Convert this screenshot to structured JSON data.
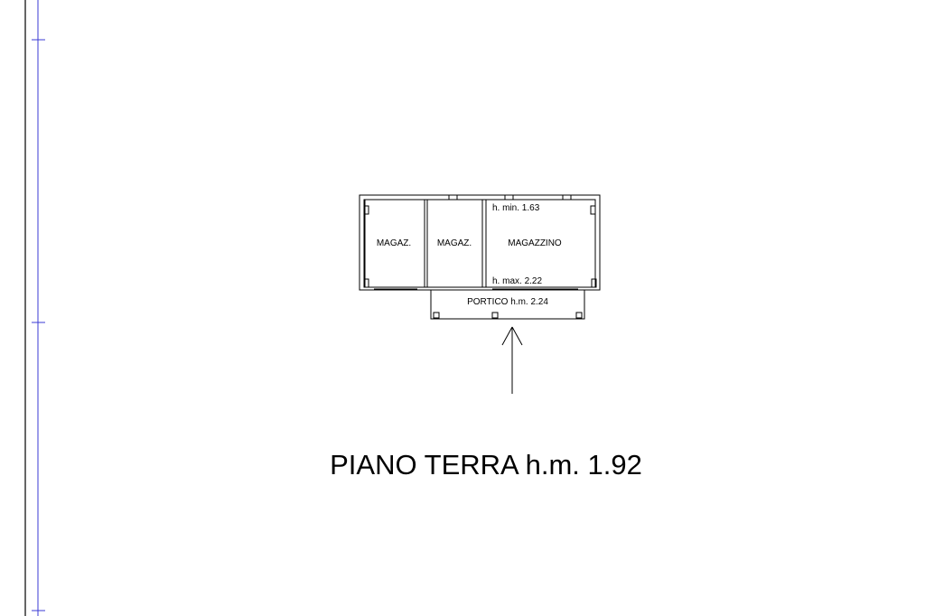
{
  "plan": {
    "rooms": [
      {
        "label": "MAGAZ."
      },
      {
        "label": "MAGAZ."
      },
      {
        "label": "MAGAZZINO"
      }
    ],
    "height_min_label": "h. min. 1.63",
    "height_max_label": "h. max. 2.22",
    "portico_label": "PORTICO h.m. 2.24"
  },
  "title": "PIANO TERRA h.m. 1.92",
  "colors": {
    "frame_blue": "#3b3bd6",
    "line": "#000000"
  }
}
